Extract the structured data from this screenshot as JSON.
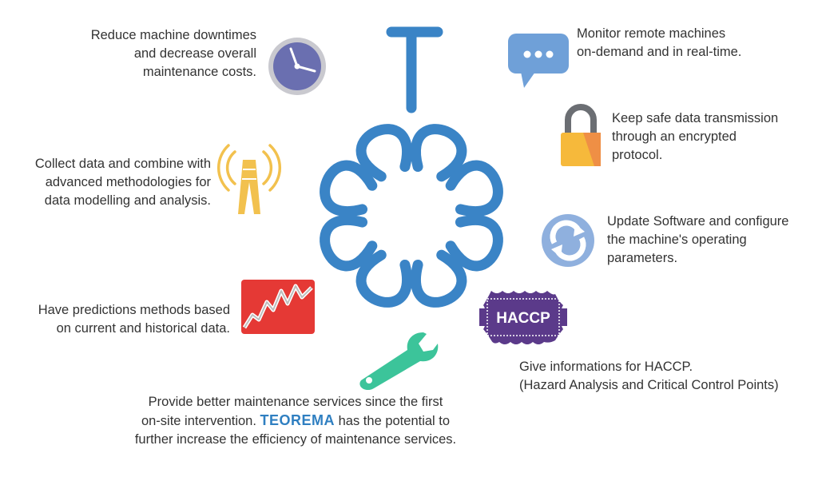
{
  "colors": {
    "flower": "#3a84c6",
    "clock": "#6a6fb0",
    "chat": "#6fa0d8",
    "lock_body": "#f6b93b",
    "antenna": "#f2c14e",
    "chart": "#e53935",
    "haccp": "#5b3a8a",
    "wrench": "#3cc49a",
    "refresh": "#8fb0de",
    "brand": "#2f7fc1"
  },
  "items": {
    "downtime": {
      "icon": "clock-icon",
      "lines": [
        "Reduce machine downtimes",
        "and decrease overall",
        "maintenance costs."
      ]
    },
    "monitor": {
      "icon": "chat-bubble-icon",
      "lines": [
        "Monitor remote machines",
        "on-demand and in real-time."
      ]
    },
    "secure": {
      "icon": "padlock-icon",
      "lines": [
        "Keep safe data transmission",
        "through an encrypted",
        "protocol."
      ]
    },
    "collect": {
      "icon": "antenna-icon",
      "lines": [
        "Collect data and combine with",
        "advanced methodologies for",
        "data modelling and analysis."
      ]
    },
    "update": {
      "icon": "refresh-icon",
      "lines": [
        "Update Software and configure",
        "the machine's operating",
        "parameters."
      ]
    },
    "predict": {
      "icon": "chart-icon",
      "lines": [
        "Have predictions methods based",
        "on current and historical data."
      ]
    },
    "haccp": {
      "icon": "haccp-badge-icon",
      "badge": "HACCP",
      "lines": [
        "Give informations for HACCP.",
        "(Hazard Analysis and Critical Control Points)"
      ]
    },
    "maintenance": {
      "icon": "wrench-icon",
      "line1": "Provide better maintenance services since the first",
      "line2_pre": "on-site intervention.",
      "brand": "TEOREMA",
      "line2_post": " has the potential to",
      "line3": "further increase the efficiency of maintenance services."
    }
  }
}
